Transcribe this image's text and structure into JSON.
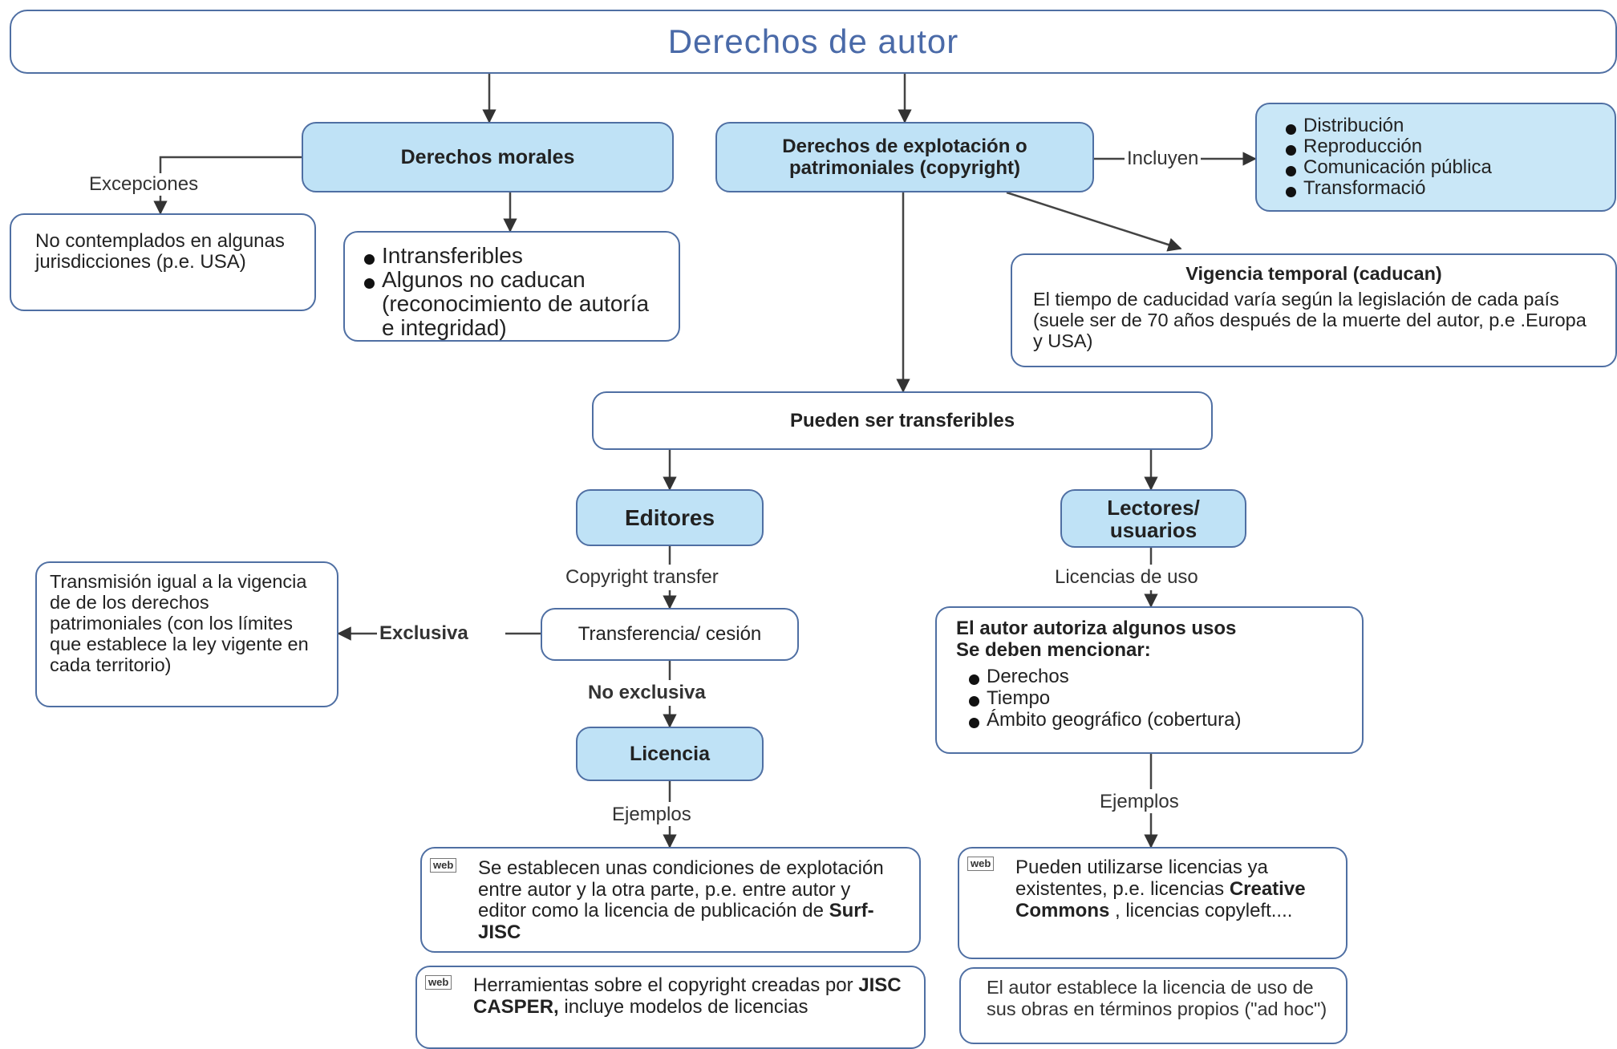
{
  "title": "Derechos de autor",
  "moral": {
    "title": "Derechos morales",
    "exceptions_label": "Excepciones",
    "exceptions_text": "No contemplados en algunas jurisdicciones (p.e. USA)",
    "items": [
      "Intransferibles",
      "Algunos no caducan (reconocimiento de autoría e integridad)"
    ]
  },
  "economic": {
    "title": "Derechos de explotación o patrimoniales (copyright)",
    "includes_label": "Incluyen",
    "includes_items": [
      "Distribución",
      "Reproducción",
      "Comunicación pública",
      "Transformació"
    ],
    "validity_title": "Vigencia temporal (caducan)",
    "validity_text": "El tiempo de caducidad varía según la legislación de cada país (suele ser de 70 años después de la muerte del autor, p.e .Europa y USA)"
  },
  "transferable": "Pueden ser transferibles",
  "publishers": {
    "title": "Editores",
    "copyright_label": "Copyright transfer",
    "transfer_box": "Transferencia/ cesión",
    "exclusive_label": "Exclusiva",
    "exclusive_text": "Transmisión igual a la vigencia de de los derechos patrimoniales (con los límites que establece la ley vigente en cada territorio)",
    "non_exclusive_label": "No exclusiva",
    "license_title": "Licencia",
    "examples_label": "Ejemplos",
    "example1_prefix": "Se establecen unas condiciones de explotación entre autor y la otra parte, p.e. entre autor y editor como la licencia de publicación de ",
    "example1_bold": "Surf-JISC",
    "example2_prefix": "Herramientas sobre el copyright creadas por ",
    "example2_bold": "JISC CASPER,",
    "example2_suffix": " incluye modelos de licencias",
    "web_badge": "web"
  },
  "readers": {
    "title": "Lectores/ usuarios",
    "licenses_label": "Licencias de uso",
    "box_line1": "El autor autoriza algunos usos",
    "box_line2": "Se deben mencionar:",
    "box_items": [
      "Derechos",
      "Tiempo",
      "Ámbito geográfico (cobertura)"
    ],
    "examples_label": "Ejemplos",
    "example1_prefix": "Pueden utilizarse licencias ya existentes, p.e. licencias ",
    "example1_bold": "Creative Commons",
    "example1_suffix": " , licencias copyleft....",
    "example2": "El autor establece la licencia de uso de sus obras en términos propios (\"ad hoc\")",
    "web_badge": "web"
  }
}
